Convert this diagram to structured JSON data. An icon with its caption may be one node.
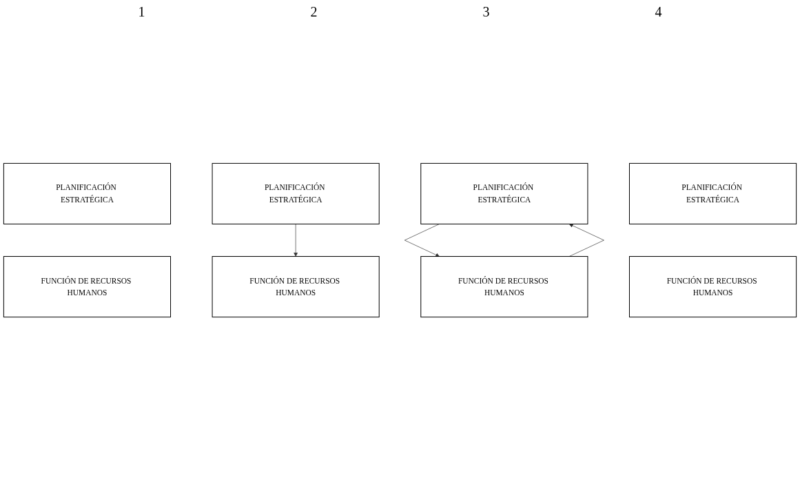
{
  "diagram": {
    "nodes": [
      {
        "text": [
          "PLANIFICACIÓN ESTRATÉGICA"
        ]
      },
      {
        "text": [
          "FUNCIÓN DE RECURSOS HUMANOS"
        ]
      },
      {
        "text": [
          "PLANIFICACIÓN ESTRATÉGICA"
        ]
      },
      {
        "text": [
          "FUNCIÓN DE RECURSOS HUMANOS"
        ]
      },
      {
        "text": [
          "PLANIFICACIÓN ESTRATÉGICA"
        ]
      },
      {
        "text": [
          "FUNCIÓN DE RECURSOS HUMANOS"
        ]
      },
      {
        "text": [
          "PLANIFICACIÓN ESTRATÉGICA"
        ]
      },
      {
        "text": [
          "FUNCIÓN DE RECURSOS HUMANOS"
        ]
      }
    ],
    "edges": [
      {
        "from": 2,
        "to": 3,
        "arrow": "to"
      },
      {
        "from": 4,
        "to": 5,
        "arrow": "to"
      },
      {
        "from": 5,
        "to": 4,
        "arrow": "to"
      }
    ],
    "labels": [
      "1",
      "2",
      "3",
      "4"
    ]
  }
}
